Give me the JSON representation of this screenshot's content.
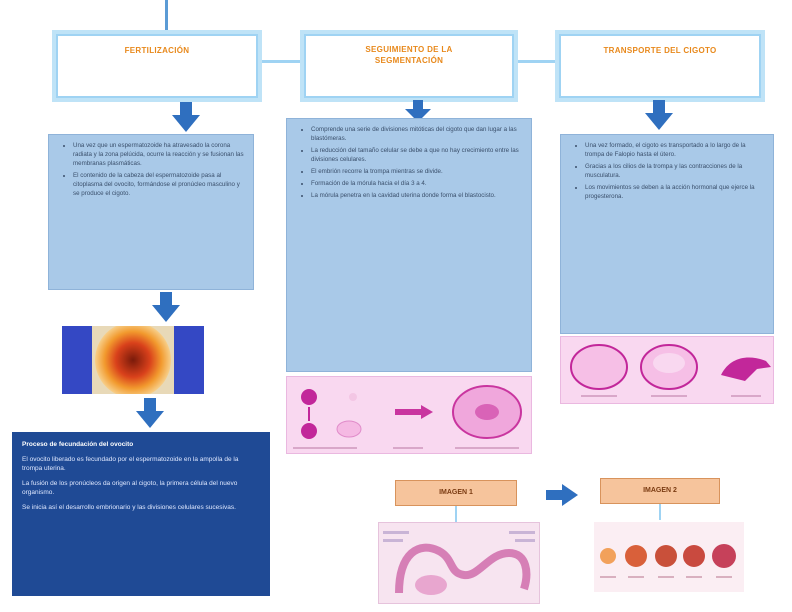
{
  "boxes": {
    "fertilization_title": "FERTILIZACIÓN",
    "segmentation_title": "SEGUIMIENTO DE LA SEGMENTACIÓN",
    "transport_title": "TRANSPORTE DEL CIGOTO"
  },
  "fertilization_points": [
    "Una vez que un espermatozoide ha atravesado la corona radiata y la zona pelúcida, ocurre la reacción y se fusionan las membranas plasmáticas.",
    "El contenido de la cabeza del espermatozoide pasa al citoplasma del ovocito, formándose el pronúcleo masculino y se produce el cigoto."
  ],
  "segmentation_points": [
    "Comprende una serie de divisiones mitóticas del cigoto que dan lugar a las blastómeras.",
    "La reducción del tamaño celular se debe a que no hay crecimiento entre las divisiones celulares.",
    "El embrión recorre la trompa mientras se divide.",
    "Formación de la mórula hacia el día 3 a 4.",
    "La mórula penetra en la cavidad uterina donde forma el blastocisto."
  ],
  "transport_points": [
    "Una vez formado, el cigoto es transportado a lo largo de la trompa de Falopio hasta el útero.",
    "Gracias a los cilios de la trompa y las contracciones de la musculatura.",
    "Los movimientos se deben a la acción hormonal que ejerce la progesterona."
  ],
  "navy_box": {
    "heading": "Proceso de fecundación del ovocito",
    "paragraphs": [
      "El ovocito liberado es fecundado por el espermatozoide en la ampolla de la trompa uterina.",
      "La fusión de los pronúcleos da origen al cigoto, la primera célula del nuevo organismo.",
      "Se inicia así el desarrollo embrionario y las divisiones celulares sucesivas."
    ]
  },
  "stage_labels": {
    "stage_a": "IMAGEN 1",
    "stage_b": "IMAGEN 2"
  },
  "colors": {
    "title_text": "#e8891c",
    "arrow": "#2f6fbf",
    "blue_box": "#a9c9e8",
    "navy": "#1f4a95",
    "pink": "#f9d8f0",
    "orange_label": "#f6c49c"
  }
}
